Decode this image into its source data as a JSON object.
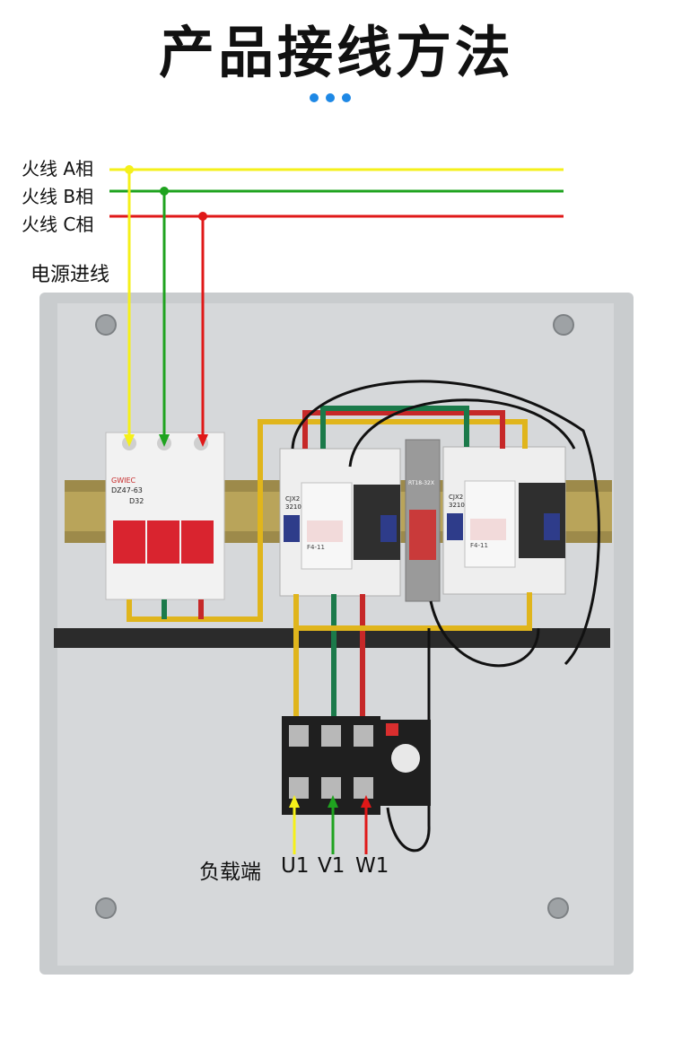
{
  "title": "产品接线方法",
  "accent": "#1e88e5",
  "wires": [
    {
      "label": "火线 A相",
      "color": "#f5f01a"
    },
    {
      "label": "火线 B相",
      "color": "#1fa31f"
    },
    {
      "label": "火线 C相",
      "color": "#e01818"
    }
  ],
  "feed_label": "电源进线",
  "load": {
    "label": "负载端",
    "terminals": [
      "U1",
      "V1",
      "W1"
    ]
  },
  "breaker": {
    "brand": "GWIEC",
    "model": "DZ47-63",
    "rating": "D32"
  },
  "contactors": [
    {
      "model": "CJX2",
      "code": "3210",
      "aux": "F4-11"
    },
    {
      "model": "CJX2",
      "code": "3210",
      "aux": "F4-11"
    }
  ],
  "fuse": {
    "model": "RT18-32X"
  }
}
